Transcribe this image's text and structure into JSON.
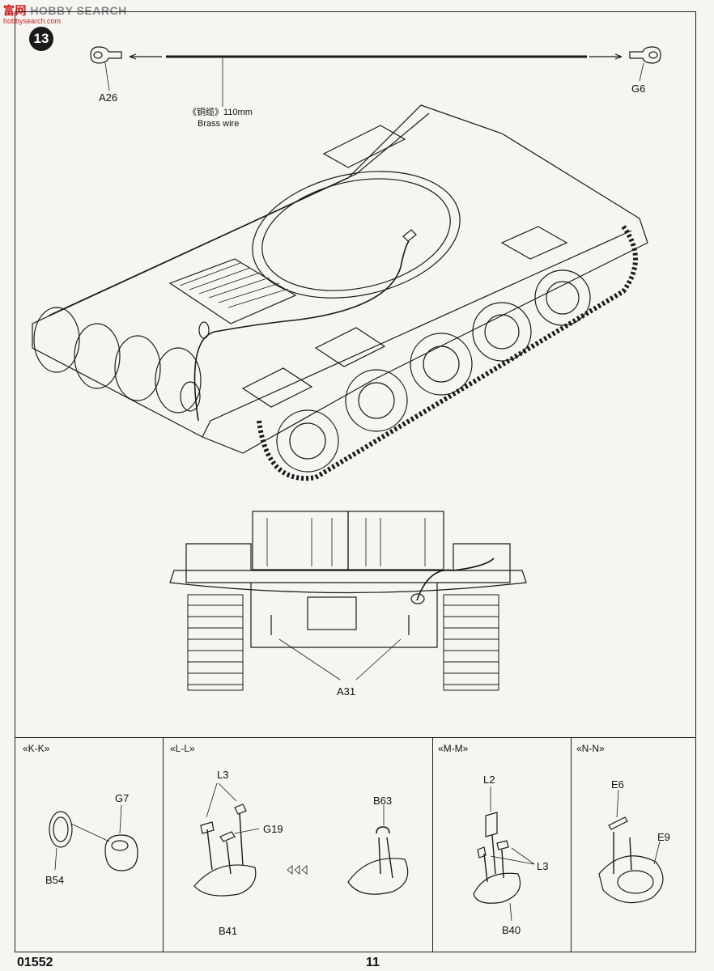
{
  "watermark": {
    "part1": "富",
    "part2": "网",
    "part3": "HOBBY SEARCH",
    "sub": "hobbysearch.com"
  },
  "step": {
    "number": "13"
  },
  "parts": {
    "a26": "A26",
    "g6": "G6",
    "wire_cn": "《铜缆》110mm",
    "wire_en": "Brass wire",
    "a31": "A31"
  },
  "details": {
    "kk": {
      "title": "«K-K»",
      "g7": "G7",
      "b54": "B54"
    },
    "ll": {
      "title": "«L-L»",
      "l3": "L3",
      "g19": "G19",
      "b63": "B63",
      "b41": "B41"
    },
    "mm": {
      "title": "«M-M»",
      "l2": "L2",
      "l3": "L3",
      "b40": "B40"
    },
    "nn": {
      "title": "«N-N»",
      "e6": "E6",
      "e9": "E9"
    }
  },
  "footer": {
    "code": "01552",
    "page": "11"
  }
}
